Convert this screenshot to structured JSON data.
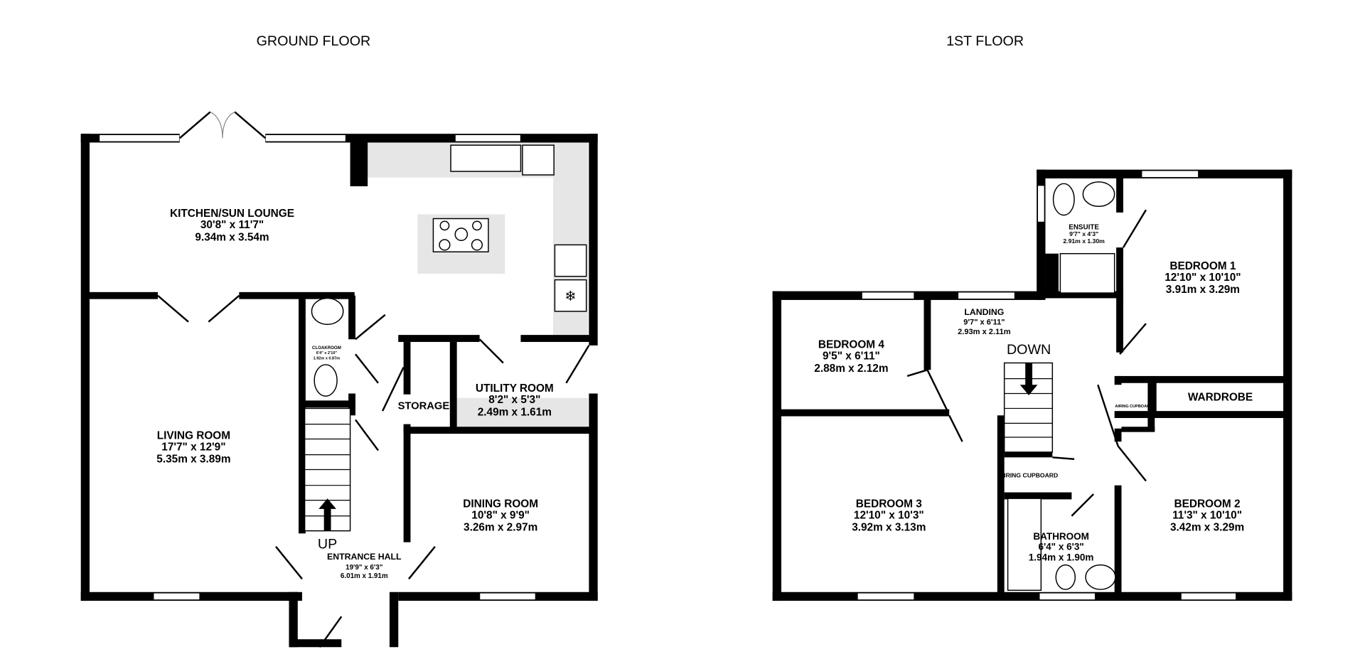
{
  "ground_floor": {
    "title": "GROUND FLOOR",
    "rooms": [
      {
        "name": "KITCHEN/SUN LOUNGE",
        "imperial": "30'8\"  x 11'7\"",
        "metric": "9.34m  x 3.54m"
      },
      {
        "name": "LIVING ROOM",
        "imperial": "17'7\"  x 12'9\"",
        "metric": "5.35m  x 3.89m"
      },
      {
        "name": "CLOAKROOM",
        "imperial": "6'4\"  x 2'10\"",
        "metric": "1.92m  x 0.87m"
      },
      {
        "name": "STORAGE"
      },
      {
        "name": "UTILITY ROOM",
        "imperial": "8'2\"  x 5'3\"",
        "metric": "2.49m  x 1.61m"
      },
      {
        "name": "DINING ROOM",
        "imperial": "10'8\"  x 9'9\"",
        "metric": "3.26m  x 2.97m"
      },
      {
        "name": "ENTRANCE HALL",
        "imperial": "19'9\"  x 6'3\"",
        "metric": "6.01m  x 1.91m"
      }
    ],
    "stairs_label": "UP"
  },
  "first_floor": {
    "title": "1ST FLOOR",
    "rooms": [
      {
        "name": "ENSUITE",
        "imperial": "9'7\"  x 4'3\"",
        "metric": "2.91m  x 1.30m"
      },
      {
        "name": "BEDROOM 1",
        "imperial": "12'10\"  x 10'10\"",
        "metric": "3.91m  x 3.29m"
      },
      {
        "name": "LANDING",
        "imperial": "9'7\"  x 6'11\"",
        "metric": "2.93m  x 2.11m"
      },
      {
        "name": "BEDROOM 4",
        "imperial": "9'5\"  x 6'11\"",
        "metric": "2.88m  x 2.12m"
      },
      {
        "name": "WARDROBE"
      },
      {
        "name": "AIRING CUPBOARD"
      },
      {
        "name": "AIRING CUPBOARD"
      },
      {
        "name": "BEDROOM 3",
        "imperial": "12'10\"  x 10'3\"",
        "metric": "3.92m  x 3.13m"
      },
      {
        "name": "BEDROOM 2",
        "imperial": "11'3\"  x 10'10\"",
        "metric": "3.42m  x 3.29m"
      },
      {
        "name": "BATHROOM",
        "imperial": "6'4\"  x 6'3\"",
        "metric": "1.94m  x 1.90m"
      }
    ],
    "stairs_label": "DOWN"
  }
}
